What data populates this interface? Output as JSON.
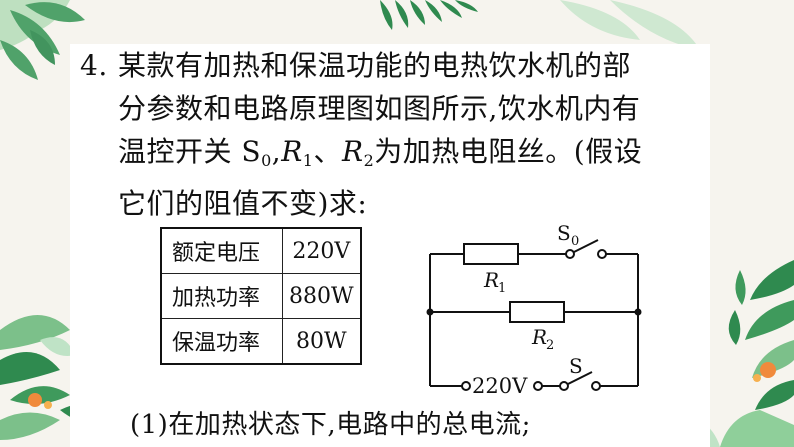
{
  "question": {
    "number": "4.",
    "line1": "某款有加热和保温功能的电热饮水机的部",
    "line2": "分参数和电路原理图如图所示,饮水机内有",
    "line3_a": "温控开关 S",
    "line3_s0_sub": "0",
    "line3_b": ",",
    "line3_r1": "R",
    "line3_r1_sub": "1",
    "line3_c": "、",
    "line3_r2": "R",
    "line3_r2_sub": "2",
    "line3_d": "为加热电阻丝。(假设",
    "line4": "它们的阻值不变)求:"
  },
  "params_table": {
    "rows": [
      {
        "label": "额定电压",
        "value": "220V"
      },
      {
        "label": "加热功率",
        "value": "880W"
      },
      {
        "label": "保温功率",
        "value": "80W"
      }
    ]
  },
  "circuit": {
    "r1_letter": "R",
    "r1_sub": "1",
    "r2_letter": "R",
    "r2_sub": "2",
    "s0_letter": "S",
    "s0_sub": "0",
    "s_label": "S",
    "voltage_label": "220V"
  },
  "sub_question_1": "(1)在加热状态下,电路中的总电流;",
  "colors": {
    "leaf_dark": "#2f8a4f",
    "leaf_light": "#7cc08a",
    "flower": "#f08a3c",
    "panel": "#ffffff",
    "background": "#f6f4ee"
  },
  "icons": [
    "leaf-decoration-icon",
    "flower-decoration-icon"
  ]
}
